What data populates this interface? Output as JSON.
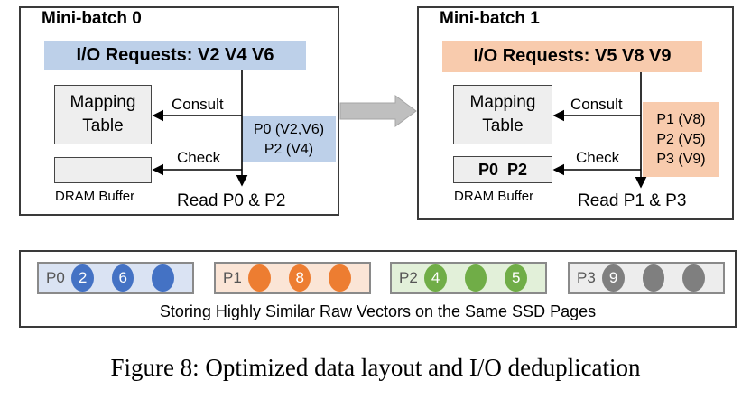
{
  "left": {
    "title": "Mini-batch 0",
    "requests": "I/O Requests: V2  V4  V6",
    "mapping_table": [
      "Mapping",
      "Table"
    ],
    "consult": "Consult",
    "check": "Check",
    "pages": [
      "P0 (V2,V6)",
      "P2 (V4)"
    ],
    "dram_content": "",
    "dram_label": "DRAM Buffer",
    "read": "Read P0 & P2",
    "color": "#bdd0e9"
  },
  "right": {
    "title": "Mini-batch 1",
    "requests": "I/O Requests: V5  V8  V9",
    "mapping_table": [
      "Mapping",
      "Table"
    ],
    "consult": "Consult",
    "check": "Check",
    "pages": [
      "P1 (V8)",
      "P2 (V5)",
      "P3 (V9)"
    ],
    "dram_content": "P0  P2",
    "dram_label": "DRAM Buffer",
    "read": "Read P1 & P3",
    "color": "#f8cbad"
  },
  "layout_box": {
    "pages": [
      {
        "label": "P0",
        "bg": "#dae3f3",
        "dot": "#4472c4",
        "vectors": [
          "2",
          "6",
          ""
        ]
      },
      {
        "label": "P1",
        "bg": "#fbe5d6",
        "dot": "#ed7d31",
        "vectors": [
          "",
          "8",
          ""
        ]
      },
      {
        "label": "P2",
        "bg": "#e2f0d9",
        "dot": "#70ad47",
        "vectors": [
          "4",
          "",
          "5"
        ]
      },
      {
        "label": "P3",
        "bg": "#ededed",
        "dot": "#7f7f7f",
        "vectors": [
          "9",
          "",
          ""
        ]
      }
    ],
    "caption": "Storing Highly Similar Raw Vectors on the Same SSD Pages"
  },
  "figure_caption": "Figure 8: Optimized data layout and I/O deduplication"
}
